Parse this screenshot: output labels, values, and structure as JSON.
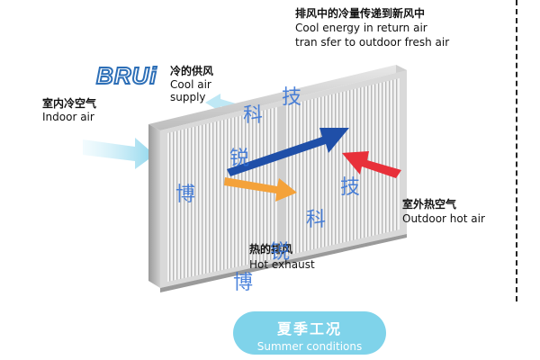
{
  "labels": {
    "exhaust_cold_cn": "排风中的冷量传递到新风中",
    "exhaust_cold_en1": "Cool energy in return air",
    "exhaust_cold_en2": "tran sfer to outdoor fresh air",
    "cool_supply_cn": "冷的供风",
    "cool_supply_en1": "Cool air",
    "cool_supply_en2": "supply",
    "indoor_cn": "室内冷空气",
    "indoor_en": "Indoor air",
    "outdoor_cn": "室外热空气",
    "outdoor_en": "Outdoor hot air",
    "hot_exhaust_cn": "热的排风",
    "hot_exhaust_en": "Hot exhaust"
  },
  "logo": {
    "text": "BRUi"
  },
  "watermark": {
    "chars": [
      "博",
      "锐",
      "科",
      "技"
    ]
  },
  "season": {
    "cn": "夏季工况",
    "en": "Summer conditions"
  },
  "colors": {
    "blue_arrow": "#1f4fa8",
    "red_arrow": "#e8303a",
    "orange_arrow": "#f4a23a",
    "light_blue": "#8fd6ec",
    "pill": "#7fd3ea",
    "watermark": "#2f6fd6"
  }
}
